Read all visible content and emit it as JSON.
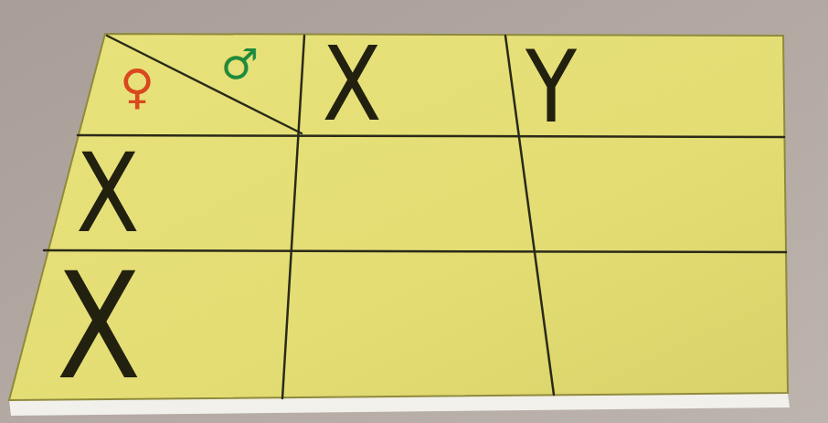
{
  "diagram": {
    "labels": [
      "♀",
      "♂",
      "X",
      "Y",
      "X",
      "X"
    ]
  }
}
